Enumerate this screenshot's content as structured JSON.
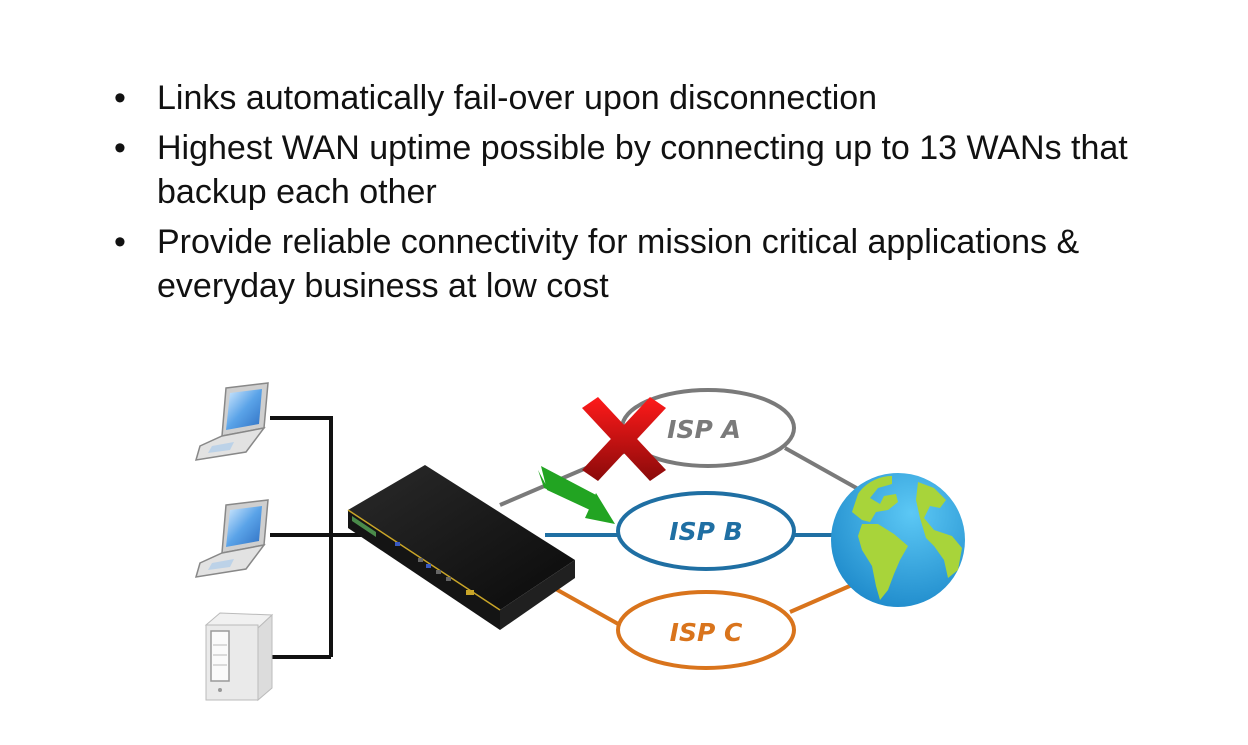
{
  "slide": {
    "bullets": [
      {
        "marker": "•",
        "text": "Links automatically fail-over upon disconnection"
      },
      {
        "marker": "•",
        "text": "Highest WAN uptime possible by connecting up to 13 WANs that backup each other"
      },
      {
        "marker": "•",
        "text": "Provide reliable connectivity for mission critical applications & everyday business at low cost"
      }
    ]
  },
  "diagram": {
    "clients": [
      {
        "type": "laptop-icon",
        "name": "laptop-1"
      },
      {
        "type": "laptop-icon",
        "name": "laptop-2"
      },
      {
        "type": "server-icon",
        "name": "server"
      }
    ],
    "router": {
      "type": "router-appliance-icon"
    },
    "isps": [
      {
        "label": "ISP A",
        "color": "#7a7a7a",
        "status": "disconnected"
      },
      {
        "label": "ISP B",
        "color": "#1f6fa3",
        "status": "active-failover"
      },
      {
        "label": "ISP C",
        "color": "#d9741c",
        "status": "connected"
      }
    ],
    "internet": {
      "type": "globe-icon"
    },
    "colors": {
      "fail_mark": "#cc1111",
      "failover_arrow": "#22a422",
      "wire": "#111111",
      "globe_ocean": "#1e9bd7",
      "globe_land": "#a8d43a"
    }
  }
}
